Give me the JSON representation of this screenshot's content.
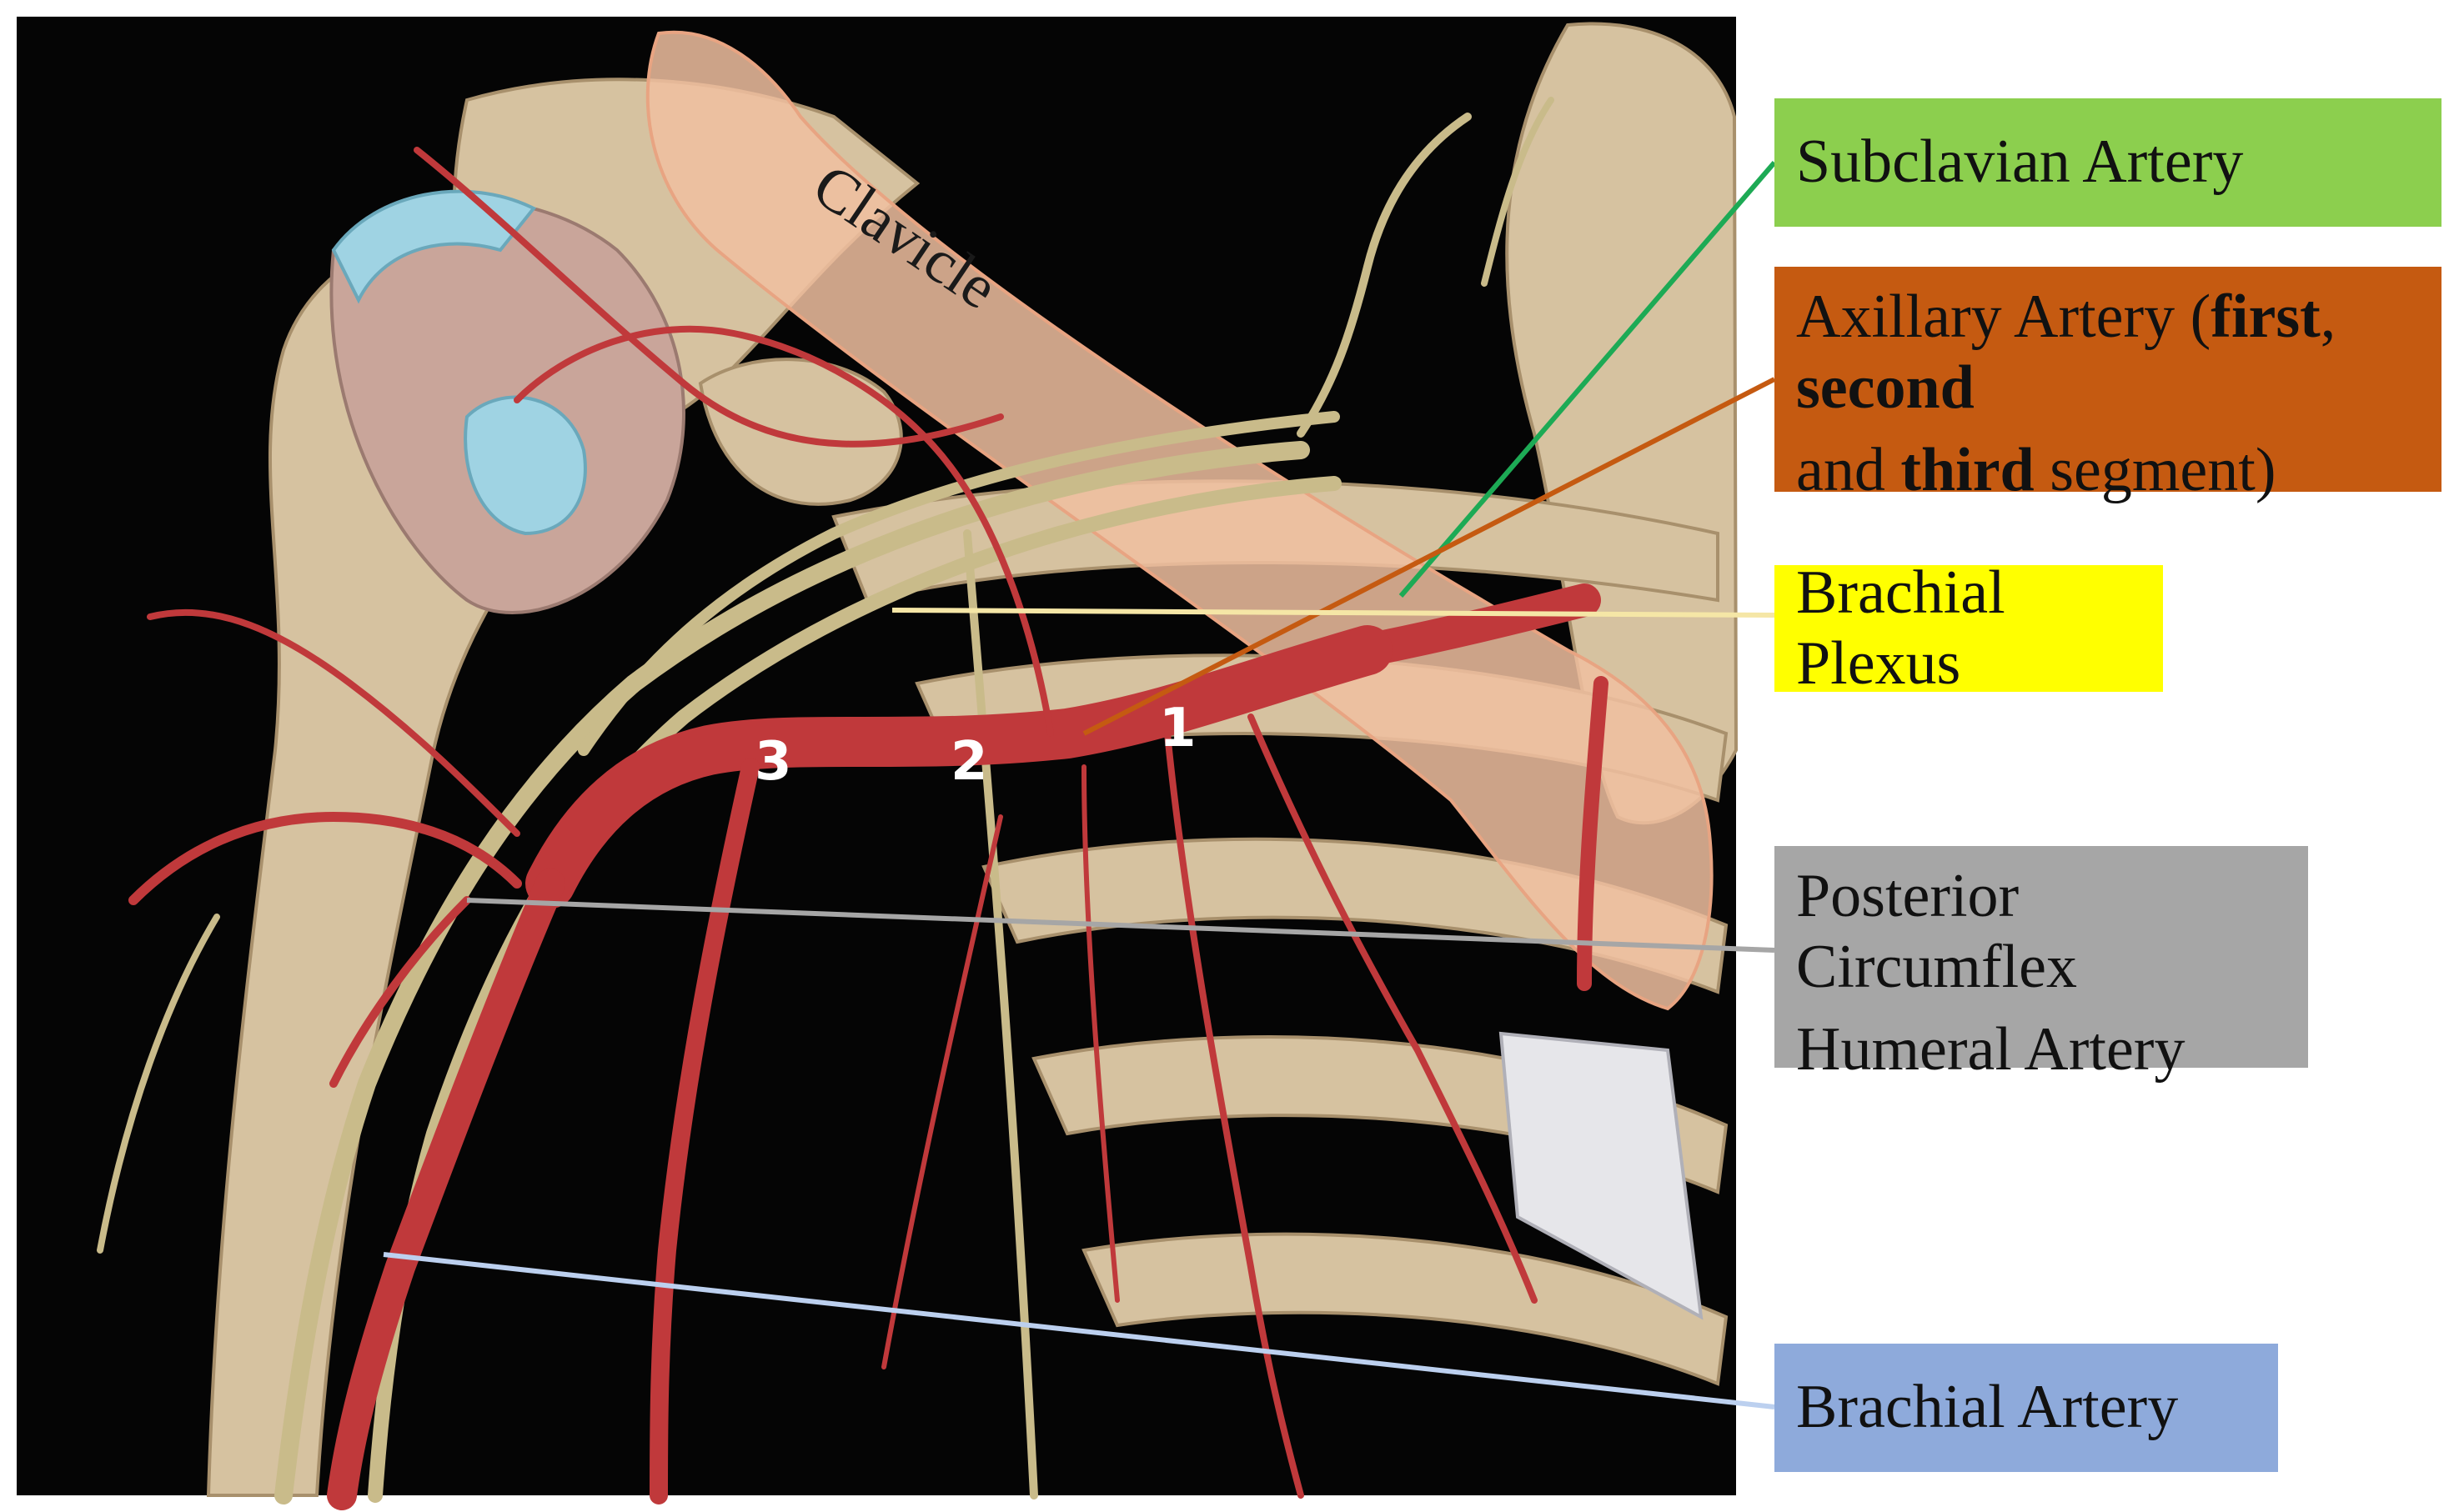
{
  "colors": {
    "background": "#ffffff",
    "photo_background": "#050505",
    "bone": "#d6c2a0",
    "muscle": "#c9a59a",
    "cartilage": "#9fd3e3",
    "artery": "#c0393b",
    "nerve": "#c9bb8a",
    "clavicle_overlay": "#f0c0a0",
    "subclavian": "#8ccf4e",
    "axillary": "#c55a11",
    "plexus": "#ffff00",
    "circumflex": "#a6a6a6",
    "brachial": "#8eaadb"
  },
  "structures": {
    "clavicle_label": "Clavicle",
    "segment_1": "1",
    "segment_2": "2",
    "segment_3": "3"
  },
  "labels": {
    "subclavian": "Subclavian Artery",
    "axillary_prefix": "Axillary Artery (",
    "axillary_first": "first",
    "axillary_comma": ", ",
    "axillary_second": "second",
    "axillary_and": "and ",
    "axillary_third": "third",
    "axillary_suffix": " segment)",
    "plexus": "Brachial Plexus",
    "circumflex_line1": "Posterior Circumflex",
    "circumflex_line2": "Humeral Artery",
    "brachial": "Brachial Artery"
  }
}
